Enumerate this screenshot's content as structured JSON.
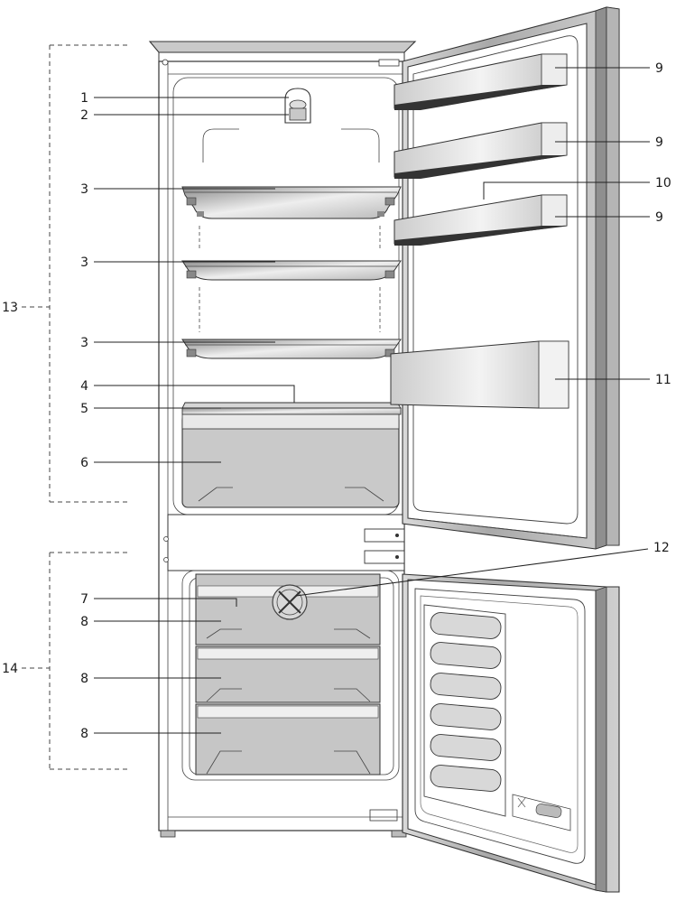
{
  "callouts": [
    {
      "id": "1",
      "text": "1"
    },
    {
      "id": "2",
      "text": "2"
    },
    {
      "id": "3a",
      "text": "3"
    },
    {
      "id": "3b",
      "text": "3"
    },
    {
      "id": "3c",
      "text": "3"
    },
    {
      "id": "4",
      "text": "4"
    },
    {
      "id": "5",
      "text": "5"
    },
    {
      "id": "6",
      "text": "6"
    },
    {
      "id": "7",
      "text": "7"
    },
    {
      "id": "8a",
      "text": "8"
    },
    {
      "id": "8b",
      "text": "8"
    },
    {
      "id": "8c",
      "text": "8"
    },
    {
      "id": "9a",
      "text": "9"
    },
    {
      "id": "9b",
      "text": "9"
    },
    {
      "id": "9c",
      "text": "9"
    },
    {
      "id": "10",
      "text": "10"
    },
    {
      "id": "11",
      "text": "11"
    },
    {
      "id": "12",
      "text": "12"
    },
    {
      "id": "13",
      "text": "13"
    },
    {
      "id": "14",
      "text": "14"
    }
  ]
}
